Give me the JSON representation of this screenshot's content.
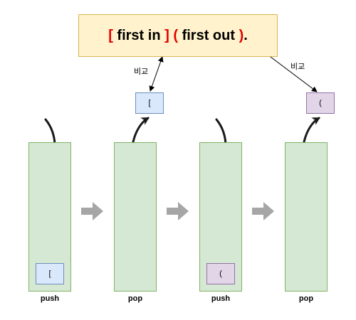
{
  "title": {
    "open_bracket": "[",
    "first_in": "first in",
    "close_bracket": "]",
    "open_paren": "(",
    "first_out": "first out",
    "close_paren": ")",
    "period": "."
  },
  "compare_label": "비교",
  "stacks": [
    {
      "op": "push",
      "item": "[",
      "item_color": "blue"
    },
    {
      "op": "pop",
      "item": "",
      "item_color": ""
    },
    {
      "op": "push",
      "item": "(",
      "item_color": "purple"
    },
    {
      "op": "pop",
      "item": "",
      "item_color": ""
    }
  ],
  "popped": [
    {
      "symbol": "[",
      "color": "blue"
    },
    {
      "symbol": "(",
      "color": "purple"
    }
  ],
  "colors": {
    "stack_fill": "#d5e8d4",
    "stack_border": "#82b366",
    "title_fill": "#fff2cc",
    "title_border": "#d6b656",
    "accent_red": "#e60000",
    "blue_fill": "#dae8fc",
    "purple_fill": "#e1d5e7",
    "arrow_gray": "#a6a6a6"
  }
}
